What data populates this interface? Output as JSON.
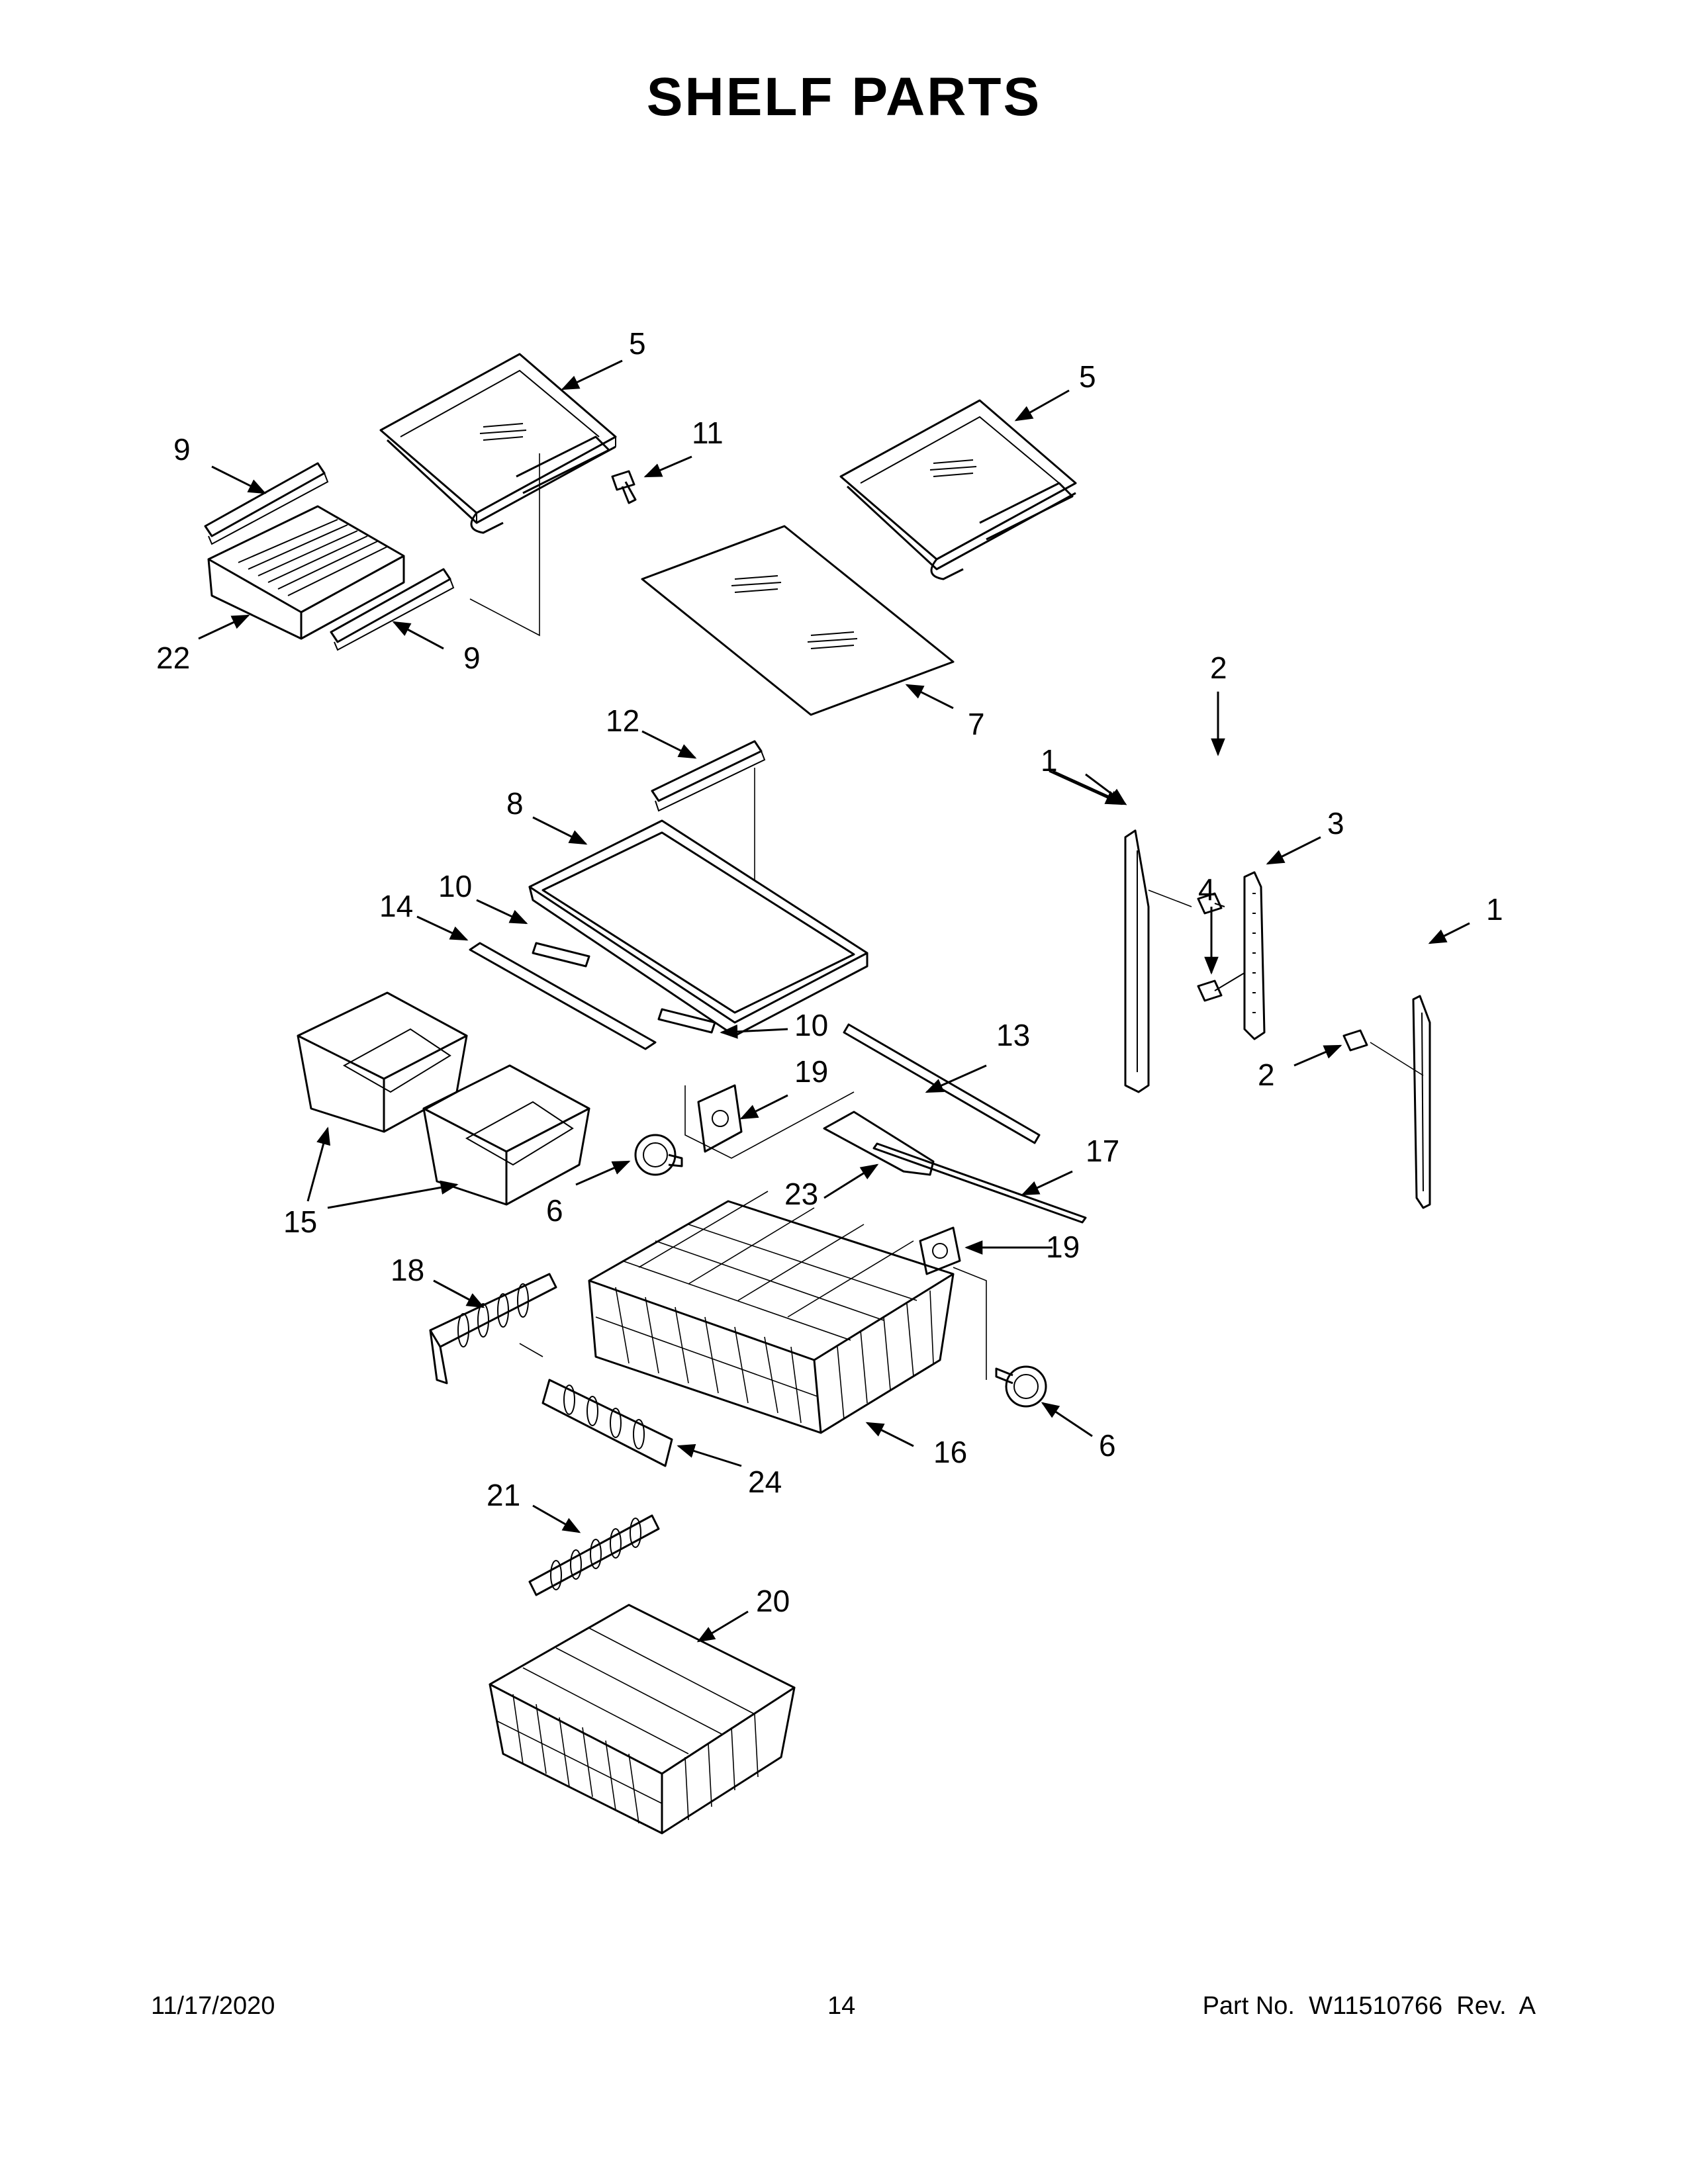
{
  "page": {
    "title": "SHELF PARTS",
    "date": "11/17/2020",
    "page_number": "14",
    "part_number": "Part No.  W11510766  Rev.  A"
  },
  "callouts": {
    "c1a": "1",
    "c1b": "1",
    "c2a": "2",
    "c2b": "2",
    "c3": "3",
    "c4": "4",
    "c5a": "5",
    "c5b": "5",
    "c6a": "6",
    "c6b": "6",
    "c7": "7",
    "c8": "8",
    "c9a": "9",
    "c9b": "9",
    "c10a": "10",
    "c10b": "10",
    "c11": "11",
    "c12": "12",
    "c13": "13",
    "c14": "14",
    "c15": "15",
    "c16": "16",
    "c17": "17",
    "c18": "18",
    "c19a": "19",
    "c19b": "19",
    "c20": "20",
    "c21": "21",
    "c22": "22",
    "c23": "23",
    "c24": "24"
  }
}
